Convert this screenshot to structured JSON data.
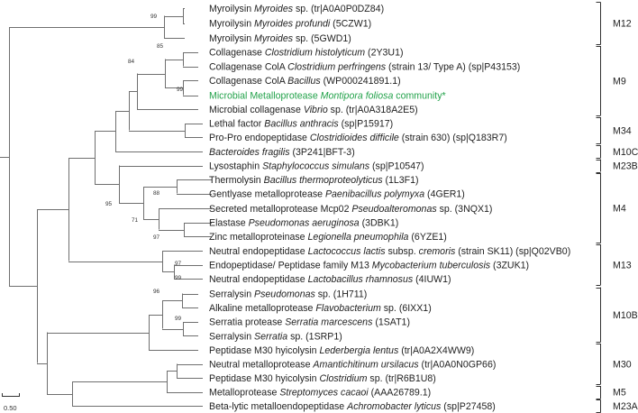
{
  "tree": {
    "leaves": [
      {
        "parts": [
          {
            "t": "Myroilysin "
          },
          {
            "t": "Myroides",
            "i": true
          },
          {
            "t": " sp. (tr|A0A0P0DZ84)"
          }
        ]
      },
      {
        "parts": [
          {
            "t": "Myroilysin "
          },
          {
            "t": "Myroides profundi",
            "i": true
          },
          {
            "t": " (5CZW1)"
          }
        ]
      },
      {
        "parts": [
          {
            "t": "Myroilysin "
          },
          {
            "t": "Myroides",
            "i": true
          },
          {
            "t": " sp. (5GWD1)"
          }
        ]
      },
      {
        "parts": [
          {
            "t": "Collagenase "
          },
          {
            "t": "Clostridium histolyticum",
            "i": true
          },
          {
            "t": " (2Y3U1)"
          }
        ]
      },
      {
        "parts": [
          {
            "t": "Collagenase ColA "
          },
          {
            "t": "Clostridium perfringens",
            "i": true
          },
          {
            "t": " (strain 13/ Type A) (sp|P43153)"
          }
        ]
      },
      {
        "parts": [
          {
            "t": "Collagenase ColA "
          },
          {
            "t": "Bacillus",
            "i": true
          },
          {
            "t": " (WP000241891.1)"
          }
        ]
      },
      {
        "parts": [
          {
            "t": "Microbial Metalloprotease "
          },
          {
            "t": "Montipora foliosa",
            "i": true
          },
          {
            "t": " community*"
          }
        ],
        "highlight": true
      },
      {
        "parts": [
          {
            "t": "Microbial collagenase "
          },
          {
            "t": "Vibrio",
            "i": true
          },
          {
            "t": " sp. (tr|A0A318A2E5)"
          }
        ]
      },
      {
        "parts": [
          {
            "t": "Lethal factor "
          },
          {
            "t": "Bacillus anthracis",
            "i": true
          },
          {
            "t": " (sp|P15917)"
          }
        ]
      },
      {
        "parts": [
          {
            "t": "Pro-Pro endopeptidase "
          },
          {
            "t": "Clostridioides difficile",
            "i": true
          },
          {
            "t": " (strain 630) (sp|Q183R7)"
          }
        ]
      },
      {
        "parts": [
          {
            "t": "Bacteroides fragilis",
            "i": true
          },
          {
            "t": " (3P241|BFT-3)"
          }
        ]
      },
      {
        "parts": [
          {
            "t": "Lysostaphin "
          },
          {
            "t": "Staphylococcus simulans",
            "i": true
          },
          {
            "t": " (sp|P10547)"
          }
        ]
      },
      {
        "parts": [
          {
            "t": "Thermolysin "
          },
          {
            "t": "Bacillus thermoproteolyticus",
            "i": true
          },
          {
            "t": " (1L3F1)"
          }
        ]
      },
      {
        "parts": [
          {
            "t": "Gentlyase metalloprotease "
          },
          {
            "t": "Paenibacillus polymyxa",
            "i": true
          },
          {
            "t": " (4GER1)"
          }
        ]
      },
      {
        "parts": [
          {
            "t": "Secreted metalloprotease Mcp02 "
          },
          {
            "t": "Pseudoalteromonas",
            "i": true
          },
          {
            "t": " sp. (3NQX1)"
          }
        ]
      },
      {
        "parts": [
          {
            "t": "Elastase "
          },
          {
            "t": "Pseudomonas aeruginosa",
            "i": true
          },
          {
            "t": " (3DBK1)"
          }
        ]
      },
      {
        "parts": [
          {
            "t": "Zinc metalloproteinase "
          },
          {
            "t": "Legionella pneumophila",
            "i": true
          },
          {
            "t": " (6YZE1)"
          }
        ]
      },
      {
        "parts": [
          {
            "t": "Neutral endopeptidase "
          },
          {
            "t": "Lactococcus lactis",
            "i": true
          },
          {
            "t": " subsp. "
          },
          {
            "t": "cremoris",
            "i": true
          },
          {
            "t": " (strain SK11) (sp|Q02VB0)"
          }
        ]
      },
      {
        "parts": [
          {
            "t": "Endopeptidase/ Peptidase family M13 "
          },
          {
            "t": "Mycobacterium tuberculosis",
            "i": true
          },
          {
            "t": " (3ZUK1)"
          }
        ]
      },
      {
        "parts": [
          {
            "t": "Neutral endopeptidase "
          },
          {
            "t": "Lactobacillus rhamnosus",
            "i": true
          },
          {
            "t": " (4IUW1)"
          }
        ]
      },
      {
        "parts": [
          {
            "t": "Serralysin "
          },
          {
            "t": "Pseudomonas",
            "i": true
          },
          {
            "t": " sp. (1H711)"
          }
        ]
      },
      {
        "parts": [
          {
            "t": "Alkaline metalloprotease "
          },
          {
            "t": "Flavobacterium",
            "i": true
          },
          {
            "t": " sp. (6IXX1)"
          }
        ]
      },
      {
        "parts": [
          {
            "t": "Serratia protease "
          },
          {
            "t": "Serratia marcescens",
            "i": true
          },
          {
            "t": " (1SAT1)"
          }
        ]
      },
      {
        "parts": [
          {
            "t": "Serralysin "
          },
          {
            "t": "Serratia",
            "i": true
          },
          {
            "t": " sp. (1SRP1)"
          }
        ]
      },
      {
        "parts": [
          {
            "t": "Peptidase M30 hyicolysin  "
          },
          {
            "t": "Lederbergia lentus",
            "i": true
          },
          {
            "t": " (tr|A0A2X4WW9)"
          }
        ]
      },
      {
        "parts": [
          {
            "t": "Neutral metalloprotease "
          },
          {
            "t": "Amantichitinum ursilacus",
            "i": true
          },
          {
            "t": " (tr|A0A0N0GP66)"
          }
        ]
      },
      {
        "parts": [
          {
            "t": "Peptidase M30 hyicolysin "
          },
          {
            "t": "Clostridium",
            "i": true
          },
          {
            "t": " sp. (tr|R6B1U8)"
          }
        ]
      },
      {
        "parts": [
          {
            "t": "Metalloprotease "
          },
          {
            "t": "Streptomyces cacaoi",
            "i": true
          },
          {
            "t": " (AAA26789.1)"
          }
        ]
      },
      {
        "parts": [
          {
            "t": "Beta-lytic metalloendopeptidase "
          },
          {
            "t": "Achromobacter lyticus",
            "i": true
          },
          {
            "t": " (sp|P27458)"
          }
        ]
      }
    ],
    "bootstrap": [
      "99",
      "85",
      "84",
      "99",
      "88",
      "95",
      "71",
      "97",
      "97",
      "99",
      "96",
      "99"
    ],
    "groups": [
      "M12",
      "M9",
      "M34",
      "M10C",
      "M23B",
      "M4",
      "M13",
      "M10B",
      "M30",
      "M5",
      "M23A"
    ],
    "scale_label": "0.50"
  }
}
